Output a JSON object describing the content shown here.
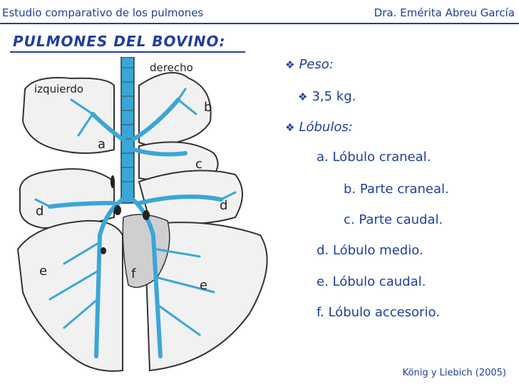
{
  "header": {
    "left": "Estudio comparativo de los pulmones",
    "right": "Dra. Emérita Abreu García"
  },
  "title": "PULMONES DEL BOVINO:",
  "diagram": {
    "labels": {
      "derecho": "derecho",
      "izquierdo": "izquierdo",
      "a": "a",
      "b": "b",
      "c": "c",
      "d_left": "d",
      "d_right": "d",
      "e_left": "e",
      "e_right": "e",
      "f": "f"
    },
    "colors": {
      "bronchi": "#3aa6d8",
      "lung_fill": "#f1f1f1",
      "outline": "#333333"
    }
  },
  "info": {
    "peso_label": "Peso:",
    "peso_value": "3,5 kg.",
    "lobulos_label": "Lóbulos:",
    "items": [
      "a. Lóbulo craneal.",
      "b. Parte craneal.",
      "c. Parte caudal.",
      "d. Lóbulo medio.",
      "e. Lóbulo caudal.",
      "f. Lóbulo accesorio."
    ]
  },
  "citation": "König y Liebich (2005)"
}
